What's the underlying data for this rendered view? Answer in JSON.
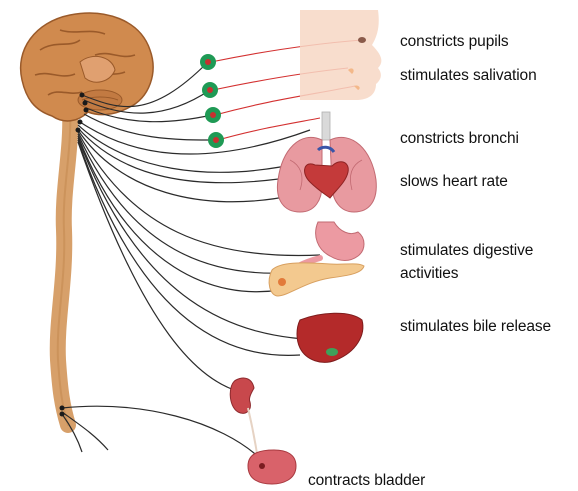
{
  "labels": {
    "pupils": "constricts pupils",
    "salivation": "stimulates salivation",
    "bronchi": "constricts bronchi",
    "heart": "slows heart rate",
    "digestive_line1": "stimulates digestive",
    "digestive_line2": "activities",
    "bile": "stimulates bile release",
    "bladder": "contracts bladder"
  },
  "colors": {
    "brain": "#d08a4e",
    "brain_fold": "#9a5a2a",
    "spinal_cord": "#d7a06a",
    "nerve": "#2b2b2b",
    "ganglion": "#1f9a55",
    "red_nerve": "#d33030",
    "face": "#f7d7c4",
    "lungs": "#e89aa0",
    "stomach": "#ec9aa2",
    "pancreas": "#f3c98f",
    "liver": "#b42a2a",
    "kidney": "#c8484c",
    "bladder": "#d9626a"
  },
  "icons": {
    "brain": "brain-icon",
    "spinal_cord": "spinal-cord-icon",
    "face": "face-icon",
    "lungs": "lungs-icon",
    "heart": "heart-icon",
    "stomach": "stomach-icon",
    "pancreas": "pancreas-icon",
    "liver": "liver-icon",
    "kidney": "kidney-icon",
    "bladder": "bladder-icon"
  }
}
